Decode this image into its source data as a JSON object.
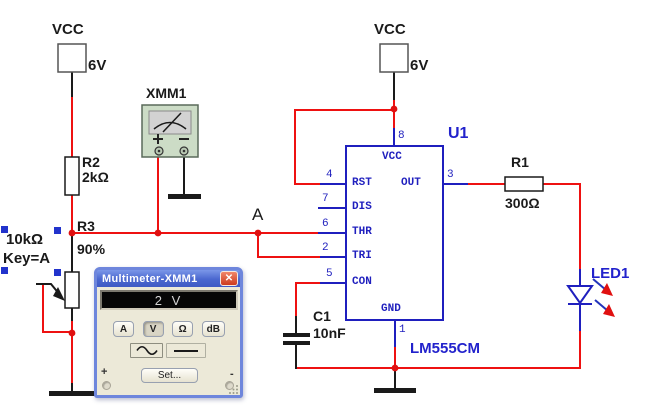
{
  "colors": {
    "wire_red": "#ee1111",
    "pin_blue": "#1f1fbe",
    "label_blue": "#2222cc",
    "selection_blue": "#2233cc",
    "junction_dot": "#e01010",
    "window_frame": "#6e86dc",
    "window_body": "#ece9d8"
  },
  "schematic": {
    "vcc_left": {
      "label": "VCC",
      "value": "6V"
    },
    "vcc_right": {
      "label": "VCC",
      "value": "6V"
    },
    "r2": {
      "ref": "R2",
      "value": "2kΩ"
    },
    "r3": {
      "ref": "R3",
      "value": "10kΩ",
      "key": "Key=A",
      "setting": "90%"
    },
    "r1": {
      "ref": "R1",
      "value": "300Ω"
    },
    "c1": {
      "ref": "C1",
      "value": "10nF"
    },
    "led1": {
      "ref": "LED1"
    },
    "node_a": {
      "label": "A"
    },
    "xmm1": {
      "label": "XMM1"
    },
    "u1": {
      "ref": "U1",
      "part": "LM555CM",
      "pin_top": {
        "num": "8",
        "name": "VCC"
      },
      "pin_bottom": {
        "num": "1",
        "name": "GND"
      },
      "pin_right": {
        "num": "3",
        "name": "OUT"
      },
      "pins_left": [
        {
          "num": "4",
          "name": "RST"
        },
        {
          "num": "7",
          "name": "DIS"
        },
        {
          "num": "6",
          "name": "THR"
        },
        {
          "num": "2",
          "name": "TRI"
        },
        {
          "num": "5",
          "name": "CON"
        }
      ]
    }
  },
  "multimeter": {
    "title": "Multimeter-XMM1",
    "close_glyph": "✕",
    "display": "2 V",
    "modes": [
      "A",
      "V",
      "Ω",
      "dB"
    ],
    "active_mode": "V",
    "set_label": "Set...",
    "plus": "+",
    "minus": "-"
  }
}
